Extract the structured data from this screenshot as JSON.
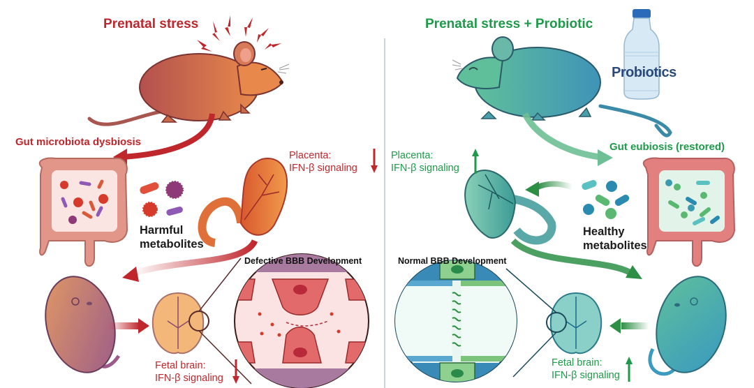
{
  "left_panel": {
    "title": "Prenatal stress",
    "gut_label": "Gut microbiota dysbiosis",
    "metabolites_label_line1": "Harmful",
    "metabolites_label_line2": "metabolites",
    "placenta_label_line1": "Placenta:",
    "placenta_label_line2": "IFN-β signaling",
    "placenta_direction": "down",
    "bbb_label": "Defective BBB Development",
    "fetal_brain_label_line1": "Fetal brain:",
    "fetal_brain_label_line2": "IFN-β signaling",
    "fetal_brain_direction": "down",
    "accent_color": "#c0272d"
  },
  "right_panel": {
    "title": "Prenatal stress + Probiotic",
    "bottle_label": "Probiotics",
    "gut_label": "Gut eubiosis (restored)",
    "metabolites_label_line1": "Healthy",
    "metabolites_label_line2": "metabolites",
    "placenta_label_line1": "Placenta:",
    "placenta_label_line2": "IFN-β signaling",
    "placenta_direction": "up",
    "bbb_label": "Normal BBB Development",
    "fetal_brain_label_line1": "Fetal brain:",
    "fetal_brain_label_line2": "IFN-β signaling",
    "fetal_brain_direction": "up",
    "accent_color": "#1e9a4a"
  }
}
